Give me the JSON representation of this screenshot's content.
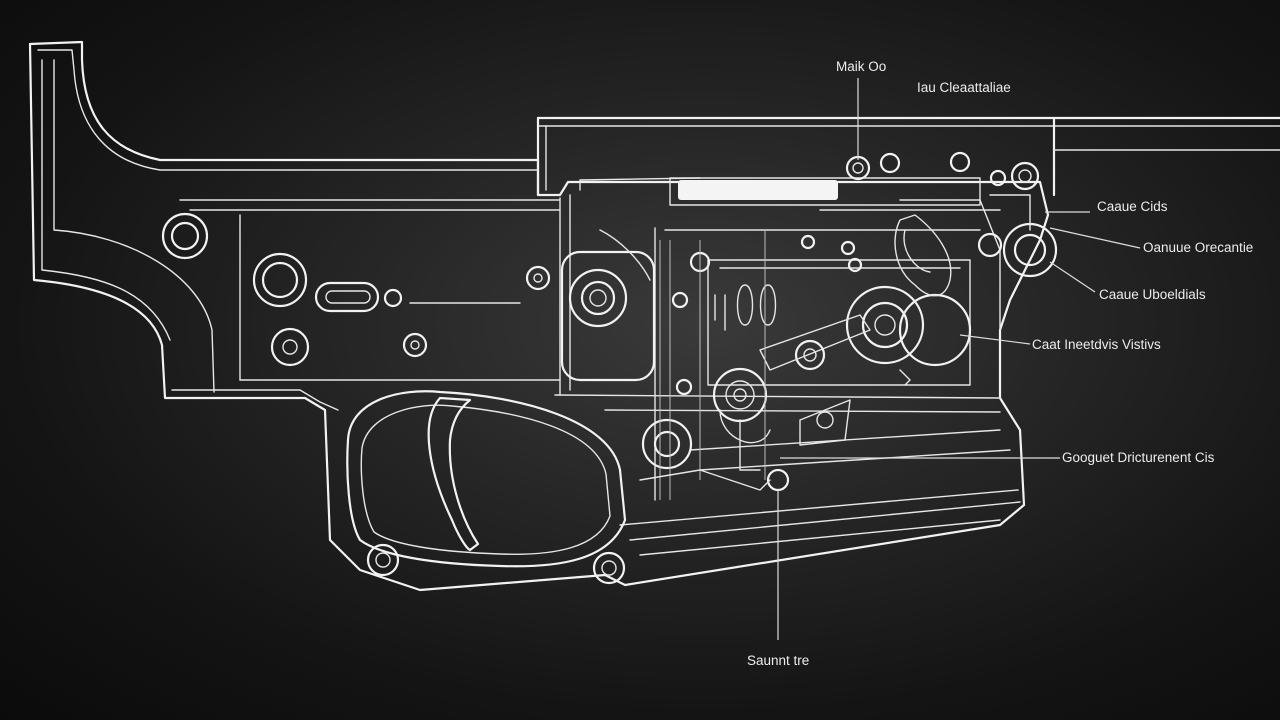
{
  "labels": {
    "top_a": "Maik Oo",
    "top_b": "Iau Cleaattaliae",
    "right_1": "Caaue Cids",
    "right_2": "Oanuue Orecantie",
    "right_3": "Caaue Uboeldials",
    "right_4": "Caat Ineetdvis Vistivs",
    "right_5": "Googuet Dricturenent Cis",
    "bottom": "Saunnt tre"
  },
  "colors": {
    "background": "#1a1a1a",
    "line": "#f2f2f2"
  }
}
